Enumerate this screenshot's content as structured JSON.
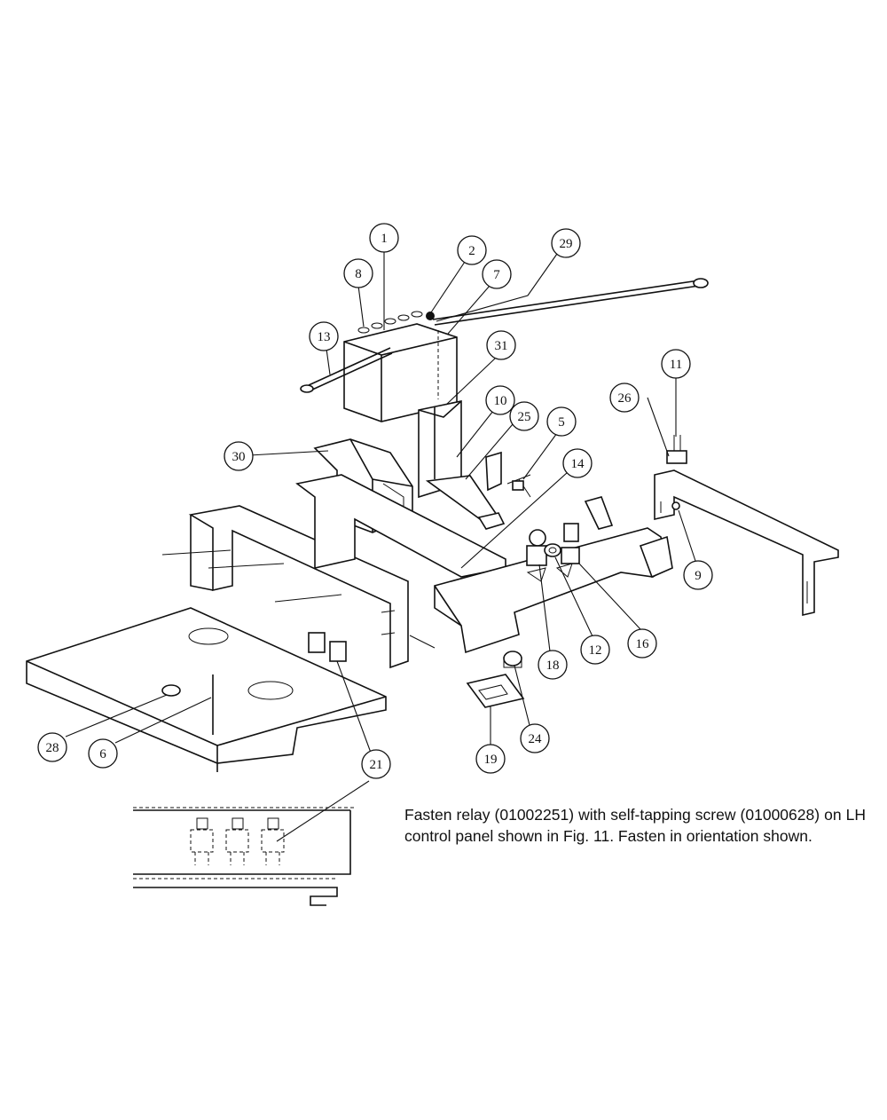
{
  "callouts": [
    {
      "id": "1",
      "label": "1"
    },
    {
      "id": "2",
      "label": "2"
    },
    {
      "id": "5",
      "label": "5"
    },
    {
      "id": "6",
      "label": "6"
    },
    {
      "id": "7",
      "label": "7"
    },
    {
      "id": "8",
      "label": "8"
    },
    {
      "id": "9",
      "label": "9"
    },
    {
      "id": "10",
      "label": "10"
    },
    {
      "id": "11",
      "label": "11"
    },
    {
      "id": "12",
      "label": "12"
    },
    {
      "id": "13",
      "label": "13"
    },
    {
      "id": "14",
      "label": "14"
    },
    {
      "id": "16",
      "label": "16"
    },
    {
      "id": "18",
      "label": "18"
    },
    {
      "id": "19",
      "label": "19"
    },
    {
      "id": "21a",
      "label": "21"
    },
    {
      "id": "21b",
      "label": "21"
    },
    {
      "id": "24",
      "label": "24"
    },
    {
      "id": "25",
      "label": "25"
    },
    {
      "id": "26",
      "label": "26"
    },
    {
      "id": "28",
      "label": "28"
    },
    {
      "id": "29",
      "label": "29"
    },
    {
      "id": "30",
      "label": "30"
    },
    {
      "id": "31",
      "label": "31"
    }
  ],
  "note": {
    "text": "Fasten relay (01002251) with self-tapping screw (01000628) on LH control panel shown in Fig. 11. Fasten in orientation shown."
  }
}
